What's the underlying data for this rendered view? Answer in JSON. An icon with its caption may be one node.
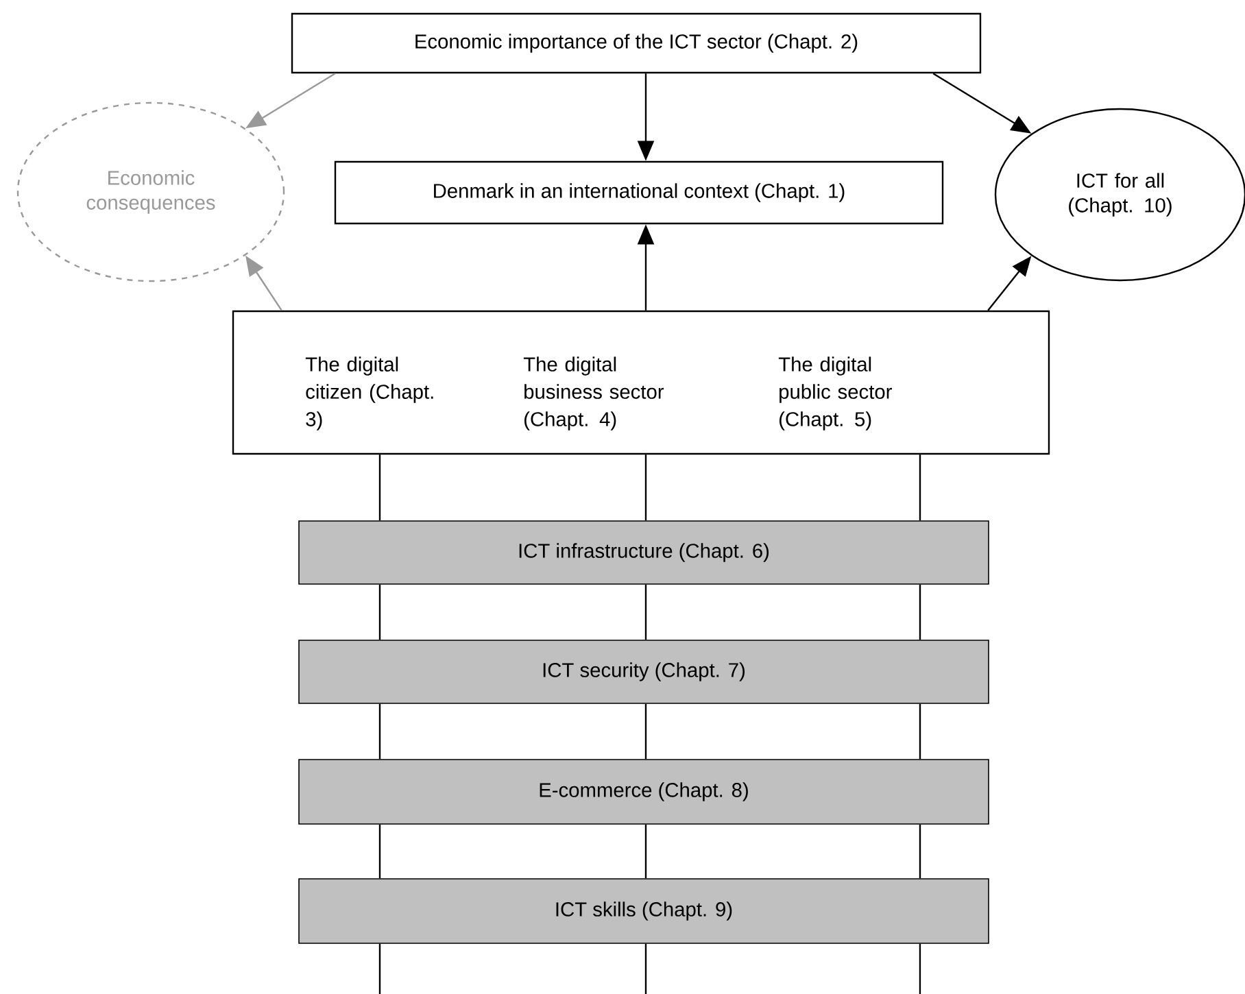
{
  "diagram": {
    "nodes": [
      {
        "text": [
          "Economic importance of the ICT sector (Chapt. 2)"
        ]
      },
      {
        "text": [
          "Economic consequences"
        ]
      },
      {
        "text": [
          "Denmark in an international context (Chapt. 1)"
        ]
      },
      {
        "text": [
          "ICT for all (Chapt. 10)"
        ]
      },
      {
        "text": [
          "The digital citizen (Chapt. 3)",
          "The digital business sector (Chapt. 4)",
          "The digital public sector (Chapt. 5)"
        ]
      },
      {
        "text": [
          "ICT infrastructure (Chapt. 6)"
        ]
      },
      {
        "text": [
          "ICT security (Chapt. 7)"
        ]
      },
      {
        "text": [
          "E-commerce (Chapt. 8)"
        ]
      },
      {
        "text": [
          "ICT skills (Chapt. 9)"
        ]
      }
    ],
    "edges": [
      {
        "from": 0,
        "to": 1,
        "arrow": "to",
        "color": "#999999"
      },
      {
        "from": 0,
        "to": 2,
        "arrow": "to"
      },
      {
        "from": 0,
        "to": 3,
        "arrow": "to"
      },
      {
        "from": 4,
        "to": 1,
        "arrow": "to",
        "color": "#999999"
      },
      {
        "from": 4,
        "to": 2,
        "arrow": "to"
      },
      {
        "from": 4,
        "to": 3,
        "arrow": "to"
      },
      {
        "from": 4,
        "to": 5,
        "arrow": "none"
      },
      {
        "from": 4,
        "to": 5,
        "arrow": "none"
      },
      {
        "from": 4,
        "to": 5,
        "arrow": "none"
      },
      {
        "from": 5,
        "to": 6,
        "arrow": "none"
      },
      {
        "from": 5,
        "to": 6,
        "arrow": "none"
      },
      {
        "from": 5,
        "to": 6,
        "arrow": "none"
      },
      {
        "from": 6,
        "to": 7,
        "arrow": "none"
      },
      {
        "from": 6,
        "to": 7,
        "arrow": "none"
      },
      {
        "from": 6,
        "to": 7,
        "arrow": "none"
      },
      {
        "from": 7,
        "to": 8,
        "arrow": "none"
      },
      {
        "from": 7,
        "to": 8,
        "arrow": "none"
      },
      {
        "from": 7,
        "to": 8,
        "arrow": "none"
      },
      {
        "from": 8,
        "to": null,
        "arrow": "none"
      },
      {
        "from": 8,
        "to": null,
        "arrow": "none"
      },
      {
        "from": 8,
        "to": null,
        "arrow": "none"
      }
    ]
  }
}
